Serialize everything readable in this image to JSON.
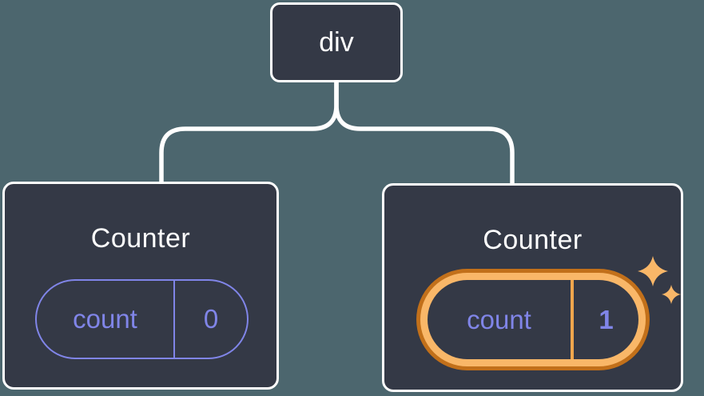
{
  "diagram": {
    "root": {
      "label": "div"
    },
    "counters": [
      {
        "title": "Counter",
        "state_key": "count",
        "state_value": "0",
        "highlighted": false
      },
      {
        "title": "Counter",
        "state_key": "count",
        "state_value": "1",
        "highlighted": true
      }
    ]
  },
  "icons": {
    "sparkle": "four-point-star"
  },
  "colors": {
    "page_bg": "#4c666e",
    "card_bg": "#343946",
    "card_border": "#ffffff",
    "connector": "#ffffff",
    "state_accent": "#8085e8",
    "highlight_outer": "#c2701a",
    "highlight_inner": "#f9b768",
    "highlight_divider": "#f0a64d",
    "sparkle": "#f9b768"
  }
}
